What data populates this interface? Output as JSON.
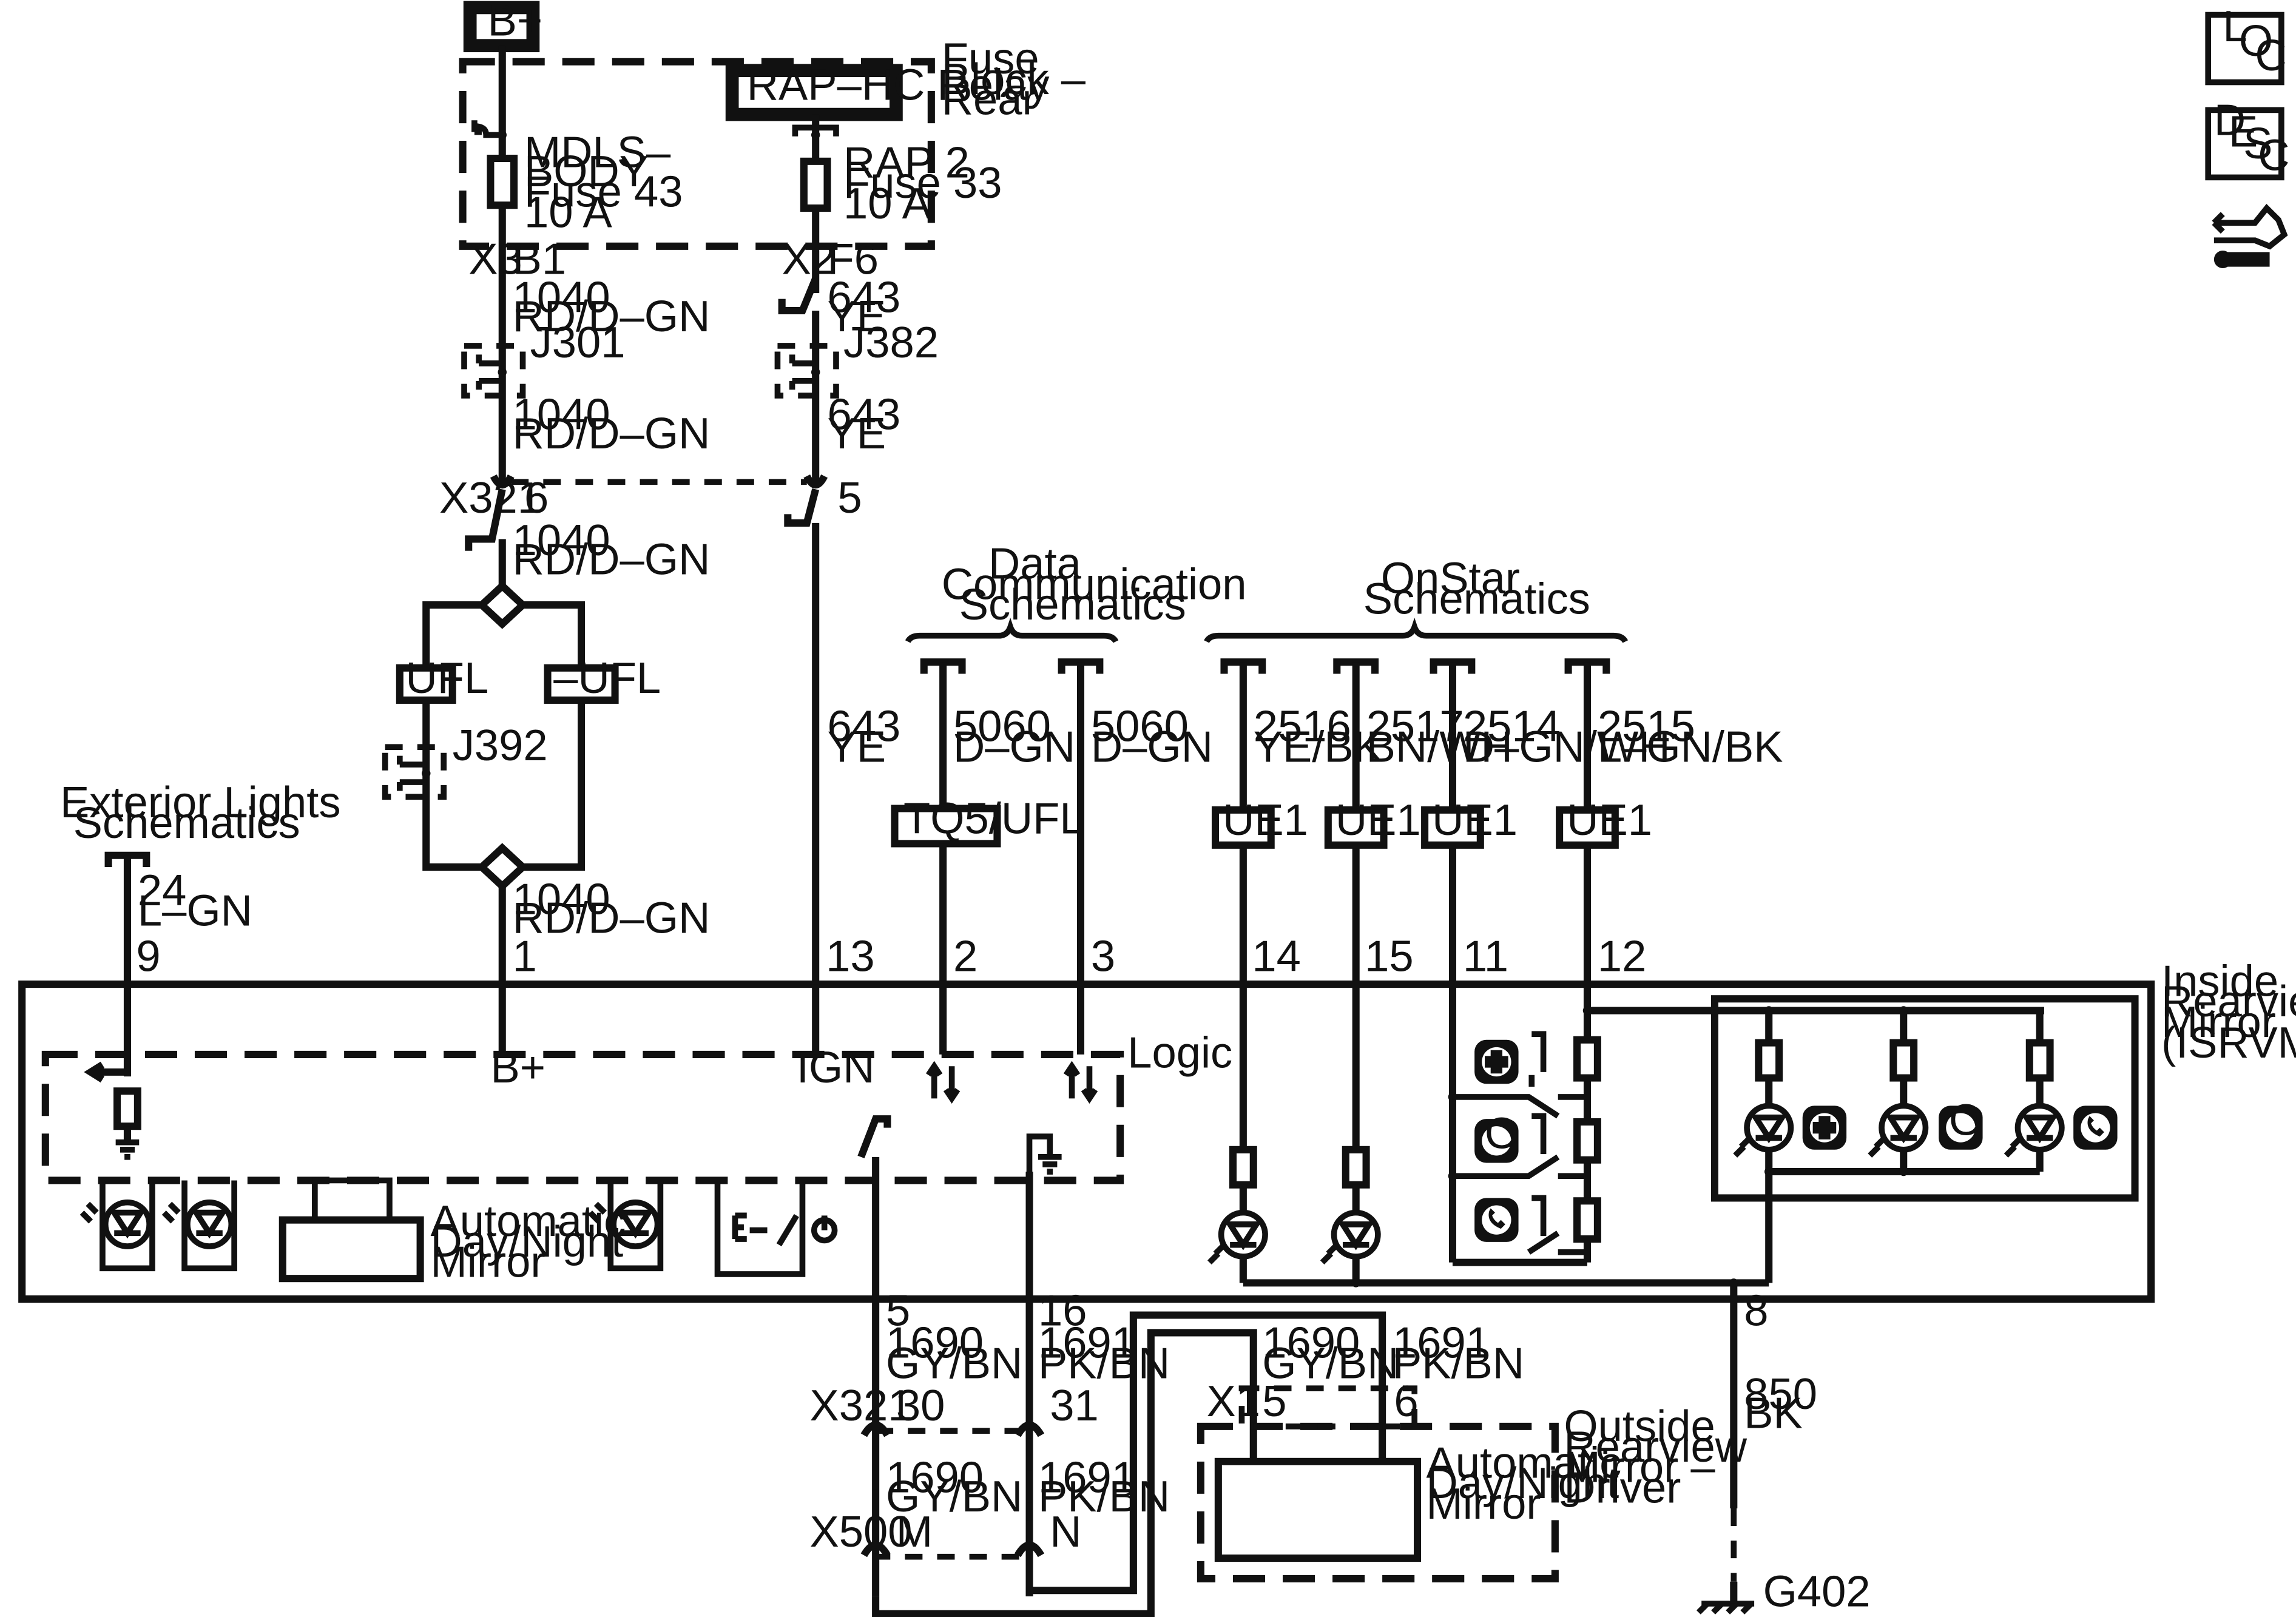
{
  "nav_icons": {
    "loc": [
      "L",
      "O",
      "C"
    ],
    "desc": [
      "D",
      "E",
      "S",
      "C"
    ]
  },
  "power": {
    "label": "B+"
  },
  "fuse_block": {
    "title": [
      "Fuse",
      "Block –",
      "Rear"
    ],
    "relay": "RAP–HC Relay",
    "fuse_a": [
      "MDLS–",
      "BODY",
      "Fuse 43",
      "10 A"
    ],
    "fuse_b": [
      "RAP 2",
      "Fuse 33",
      "10 A"
    ],
    "conn_a": "X3",
    "pin_a": "B1",
    "conn_b": "X2",
    "pin_b": "F6"
  },
  "wires": {
    "w1040": [
      "1040",
      "RD/D–GN"
    ],
    "w643": [
      "643",
      "YE"
    ],
    "w24": [
      "24",
      "L–GN"
    ],
    "w5060": [
      "5060",
      "D–GN"
    ],
    "w2516": [
      "2516",
      "YE/BK"
    ],
    "w2517": [
      "2517",
      "BN/WH"
    ],
    "w2514": [
      "2514",
      "D–GN/WH"
    ],
    "w2515": [
      "2515",
      "L–GN/BK"
    ],
    "w1690": [
      "1690",
      "GY/BN"
    ],
    "w1691": [
      "1691",
      "PK/BN"
    ],
    "w850": [
      "850",
      "BK"
    ]
  },
  "splices": {
    "j301": "J301",
    "j382": "J382",
    "j392": "J392"
  },
  "connectors": {
    "x321": "X321",
    "x321_pin_a": "6",
    "x321_pin_b": "5",
    "x321_pin_c": "30",
    "x321_pin_d": "31",
    "x500": "X500",
    "x500_pin_a": "M",
    "x500_pin_b": "N",
    "x1": "X1",
    "x1_pin_a": "5",
    "x1_pin_b": "6"
  },
  "options": {
    "ufl": "UFL",
    "nufl": "–UFL",
    "tq5": "TQ5/UFL",
    "ue1": "UE1"
  },
  "refs": {
    "ext_lights": [
      "Exterior Lights",
      "Schematics"
    ],
    "data_comm": [
      "Data",
      "Communication",
      "Schematics"
    ],
    "onstar": [
      "OnStar",
      "Schematics"
    ]
  },
  "mirror": {
    "title": [
      "Inside",
      "Rearview",
      "Mirror",
      "(ISRVM)"
    ],
    "pins": {
      "p9": "9",
      "p1": "1",
      "p13": "13",
      "p2": "2",
      "p3": "3",
      "p14": "14",
      "p15": "15",
      "p11": "11",
      "p12": "12",
      "p5": "5",
      "p16": "16",
      "p8": "8"
    },
    "logic": "Logic",
    "bplus": "B+",
    "ign": "IGN",
    "auto_dimming": [
      "Automatic",
      "Day/Night",
      "Mirror"
    ]
  },
  "outside_mirror": {
    "title": [
      "Outside",
      "Rearview",
      "Mirror –",
      "Driver"
    ],
    "module": [
      "Automatic",
      "Day/Night",
      "Mirror"
    ]
  },
  "ground": {
    "label": "G402"
  }
}
